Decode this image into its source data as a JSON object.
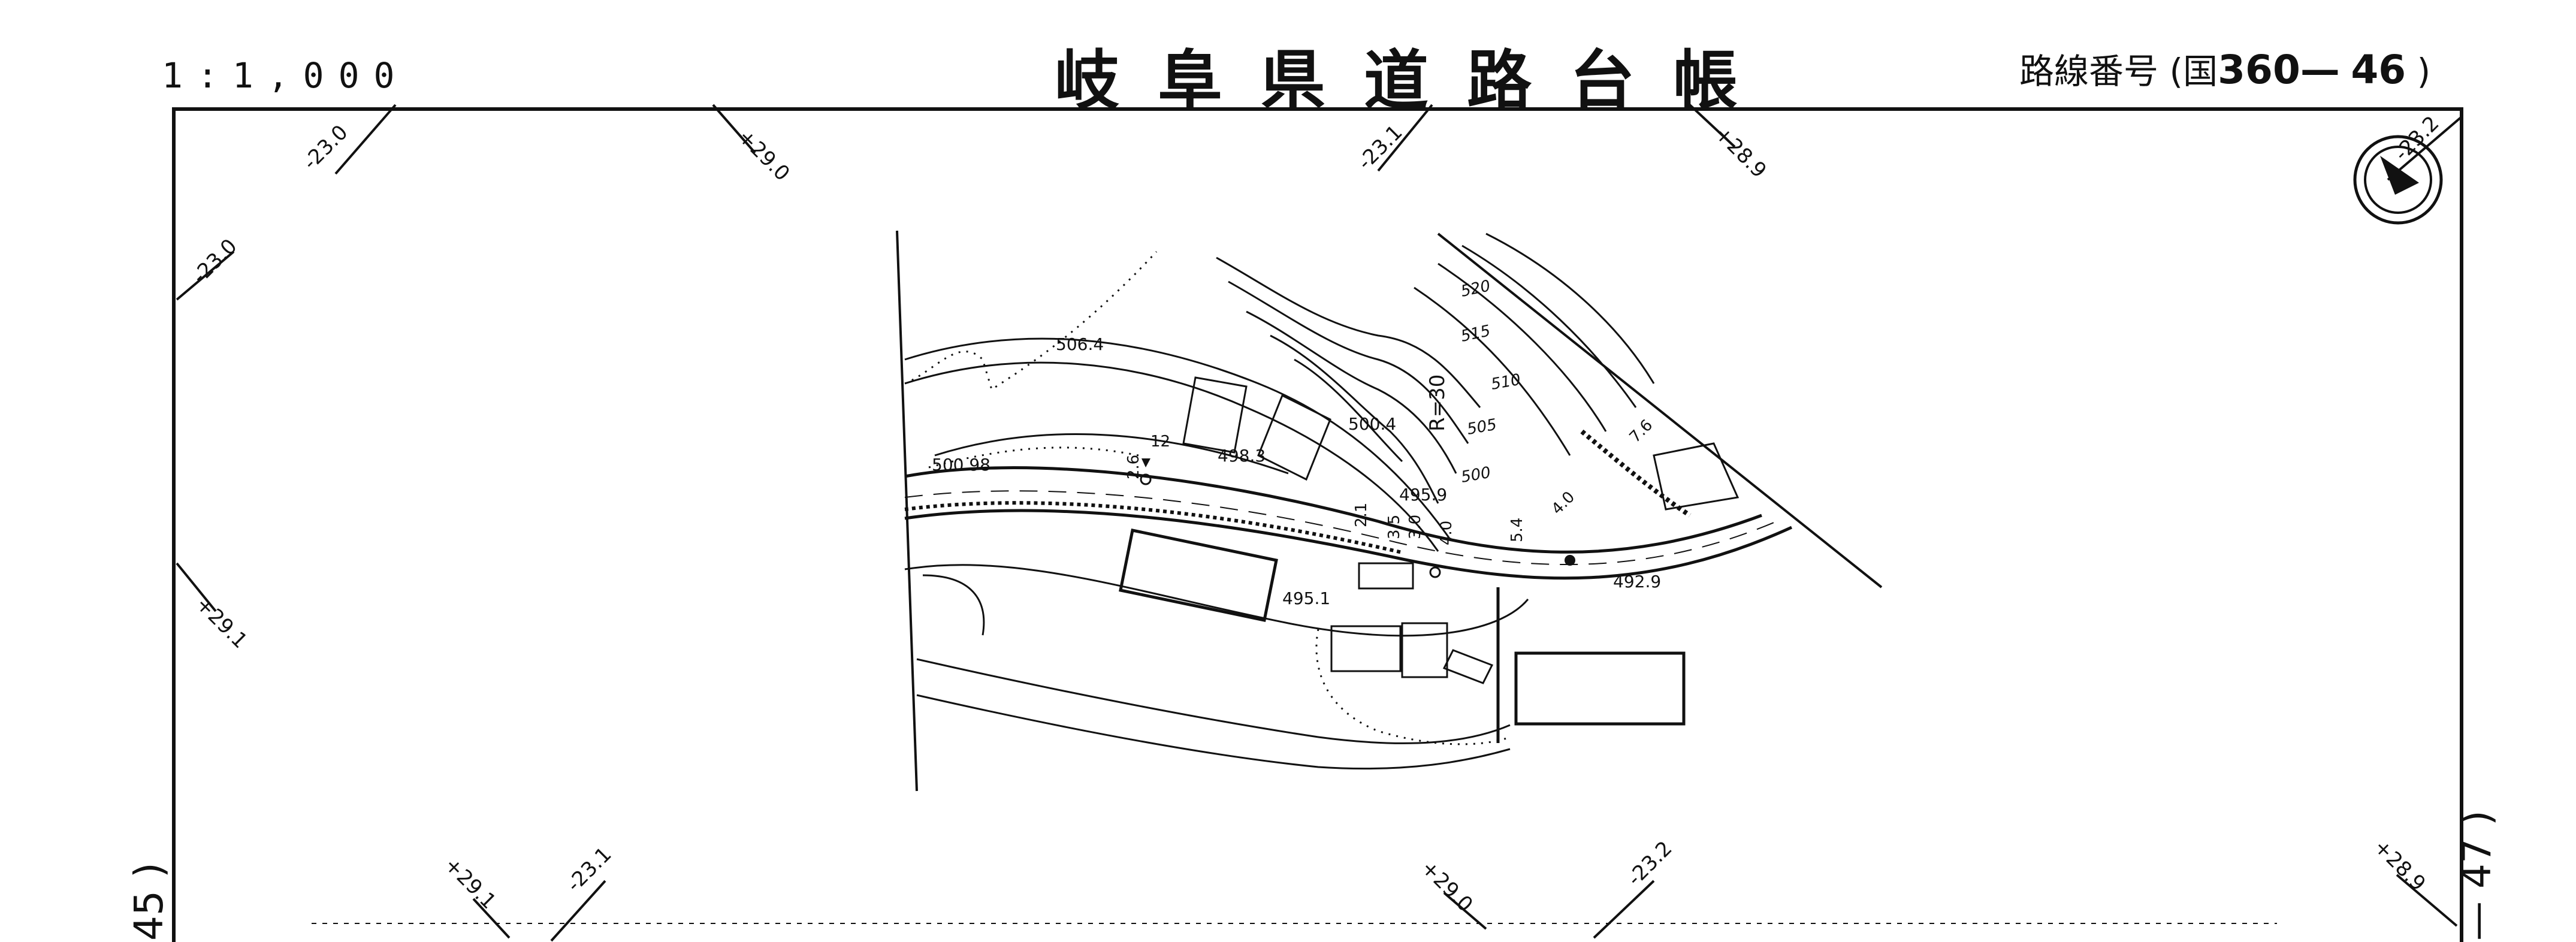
{
  "header": {
    "scale": "1:1,000",
    "title": "岐阜県道路台帳",
    "route_label": "路線番号",
    "route_prefix": "(国",
    "route_number": "360—",
    "sheet_number": "46",
    "route_suffix": ")"
  },
  "adjacent_sheets": {
    "left": "45 )",
    "right": "— 47 )"
  },
  "grid_labels": [
    "-23.0",
    "+29.0",
    "-23.1",
    "+28.9",
    "-23.2",
    "-23.0",
    "+29.1",
    "+29.1",
    "-23.1",
    "+29.0",
    "-23.2",
    "+28.9"
  ],
  "elevations": [
    "506.4",
    "500.98",
    "498.3",
    "500.4",
    "495.9",
    "495.1",
    "492.9"
  ],
  "contours": [
    "520",
    "515",
    "510",
    "505",
    "500"
  ],
  "road_labels": [
    "R=30",
    "12",
    "2.6",
    "2.1",
    "3.5",
    "3.0",
    "4.0",
    "5.4",
    "4.0",
    "7.6"
  ],
  "north_arrow": "north-arrow-icon"
}
